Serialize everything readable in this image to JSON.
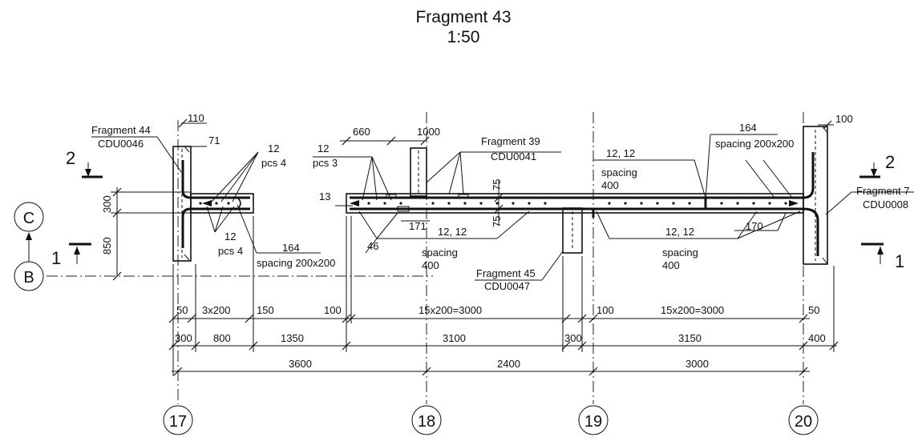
{
  "title": {
    "line1": "Fragment 43",
    "line2": "1:50"
  },
  "grid_bubbles": {
    "c": "C",
    "b": "B",
    "a17": "17",
    "a18": "18",
    "a19": "19",
    "a20": "20"
  },
  "section_marks": {
    "left_top": "2",
    "right_top": "2",
    "left_bottom": "1",
    "right_bottom": "1"
  },
  "callouts": {
    "frag44_line1": "Fragment 44",
    "frag44_line2": "CDU0046",
    "frag39_line1": "Fragment 39",
    "frag39_line2": "CDU0041",
    "frag45_line1": "Fragment 45",
    "frag45_line2": "CDU0047",
    "frag7_line1": "Fragment 7",
    "frag7_line2": "CDU0008"
  },
  "rebar_labels": {
    "l_110": "110",
    "l_71": "71",
    "l_12a": "12",
    "l_pcs4a": "pcs 4",
    "l_12b": "12",
    "l_pcs4b": "pcs 4",
    "l_164a": "164",
    "l_spacing200a": "spacing 200x200",
    "l_12c": "12",
    "l_pcs3": "pcs 3",
    "l_660": "660",
    "l_1000": "1000",
    "l_13": "13",
    "l_75a": "75",
    "l_75b": "75",
    "l_171": "171",
    "l_46": "46",
    "l_1212a": "12, 12",
    "l_spacing_a": "spacing",
    "l_400a": "400",
    "l_1212b": "12, 12",
    "l_spacing_b": "spacing",
    "l_400b": "400",
    "l_1212c": "12, 12",
    "l_spacing_c": "spacing",
    "l_400c": "400",
    "l_164b": "164",
    "l_spacing200b": "spacing 200x200",
    "l_170": "170",
    "l_100top": "100",
    "l_300v": "300",
    "l_850v": "850"
  },
  "dims_row1": {
    "d50a": "50",
    "d3x200": "3x200",
    "d150": "150",
    "d100a": "100",
    "d15x200a": "15x200=3000",
    "d100b": "100",
    "d15x200b": "15x200=3000",
    "d50b": "50"
  },
  "dims_row2": {
    "d300a": "300",
    "d800": "800",
    "d1350": "1350",
    "d3100": "3100",
    "d300b": "300",
    "d3150": "3150",
    "d400": "400"
  },
  "dims_row3": {
    "d3600": "3600",
    "d2400": "2400",
    "d3000": "3000"
  }
}
